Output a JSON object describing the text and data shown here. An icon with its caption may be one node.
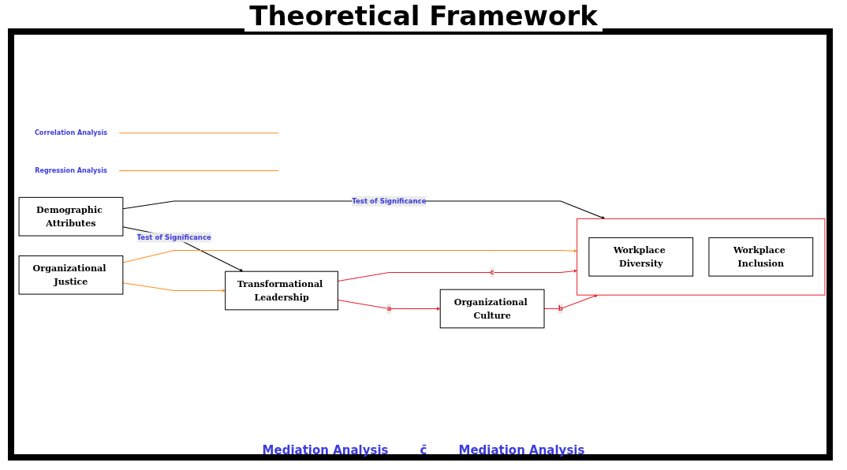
{
  "diagram": {
    "title": "Theoretical Framework",
    "nodes": [
      {
        "text": [
          "Organizational Culture"
        ]
      },
      {
        "text": [
          "Transformational Leadership"
        ]
      },
      {
        "text": [],
        "shape": "box"
      },
      {
        "text": [
          "Workplace Diversity"
        ],
        "in": 2
      },
      {
        "text": [
          "Workplace Inclusion"
        ],
        "in": 2
      },
      {
        "text": [
          "Organizational Justice"
        ]
      },
      {
        "text": [
          "Demographic Attributes"
        ]
      },
      {
        "text": [
          "Correlation Analysis"
        ]
      },
      {
        "text": [
          "Regression Analysis"
        ]
      }
    ],
    "edges": [
      {
        "from": 1,
        "to": 0,
        "arrow": "to",
        "label": "a",
        "color": "#e8202a"
      },
      {
        "from": 0,
        "to": 2,
        "arrow": "to",
        "label": "b",
        "color": "#e8202a"
      },
      {
        "from": 1,
        "to": 2,
        "arrow": "to",
        "label": "c",
        "color": "#e8202a"
      },
      {
        "from": 5,
        "to": 1,
        "arrow": "to",
        "color": "#ff8c1a"
      },
      {
        "from": 5,
        "to": 2,
        "arrow": "to",
        "color": "#ff8c1a"
      },
      {
        "from": 6,
        "to": 1,
        "arrow": "to",
        "label": "Test of Significance",
        "color": "#000000"
      },
      {
        "from": 6,
        "to": 2,
        "arrow": "to",
        "label": "Test of Significance",
        "color": "#000000"
      },
      {
        "from": 7,
        "to": null,
        "arrow": "none",
        "color": "#ff8c1a"
      },
      {
        "from": 8,
        "to": null,
        "arrow": "none",
        "color": "#ff8c1a"
      }
    ],
    "labels": [
      "Mediation Analysis",
      "c̄",
      "Mediation Analysis"
    ]
  }
}
